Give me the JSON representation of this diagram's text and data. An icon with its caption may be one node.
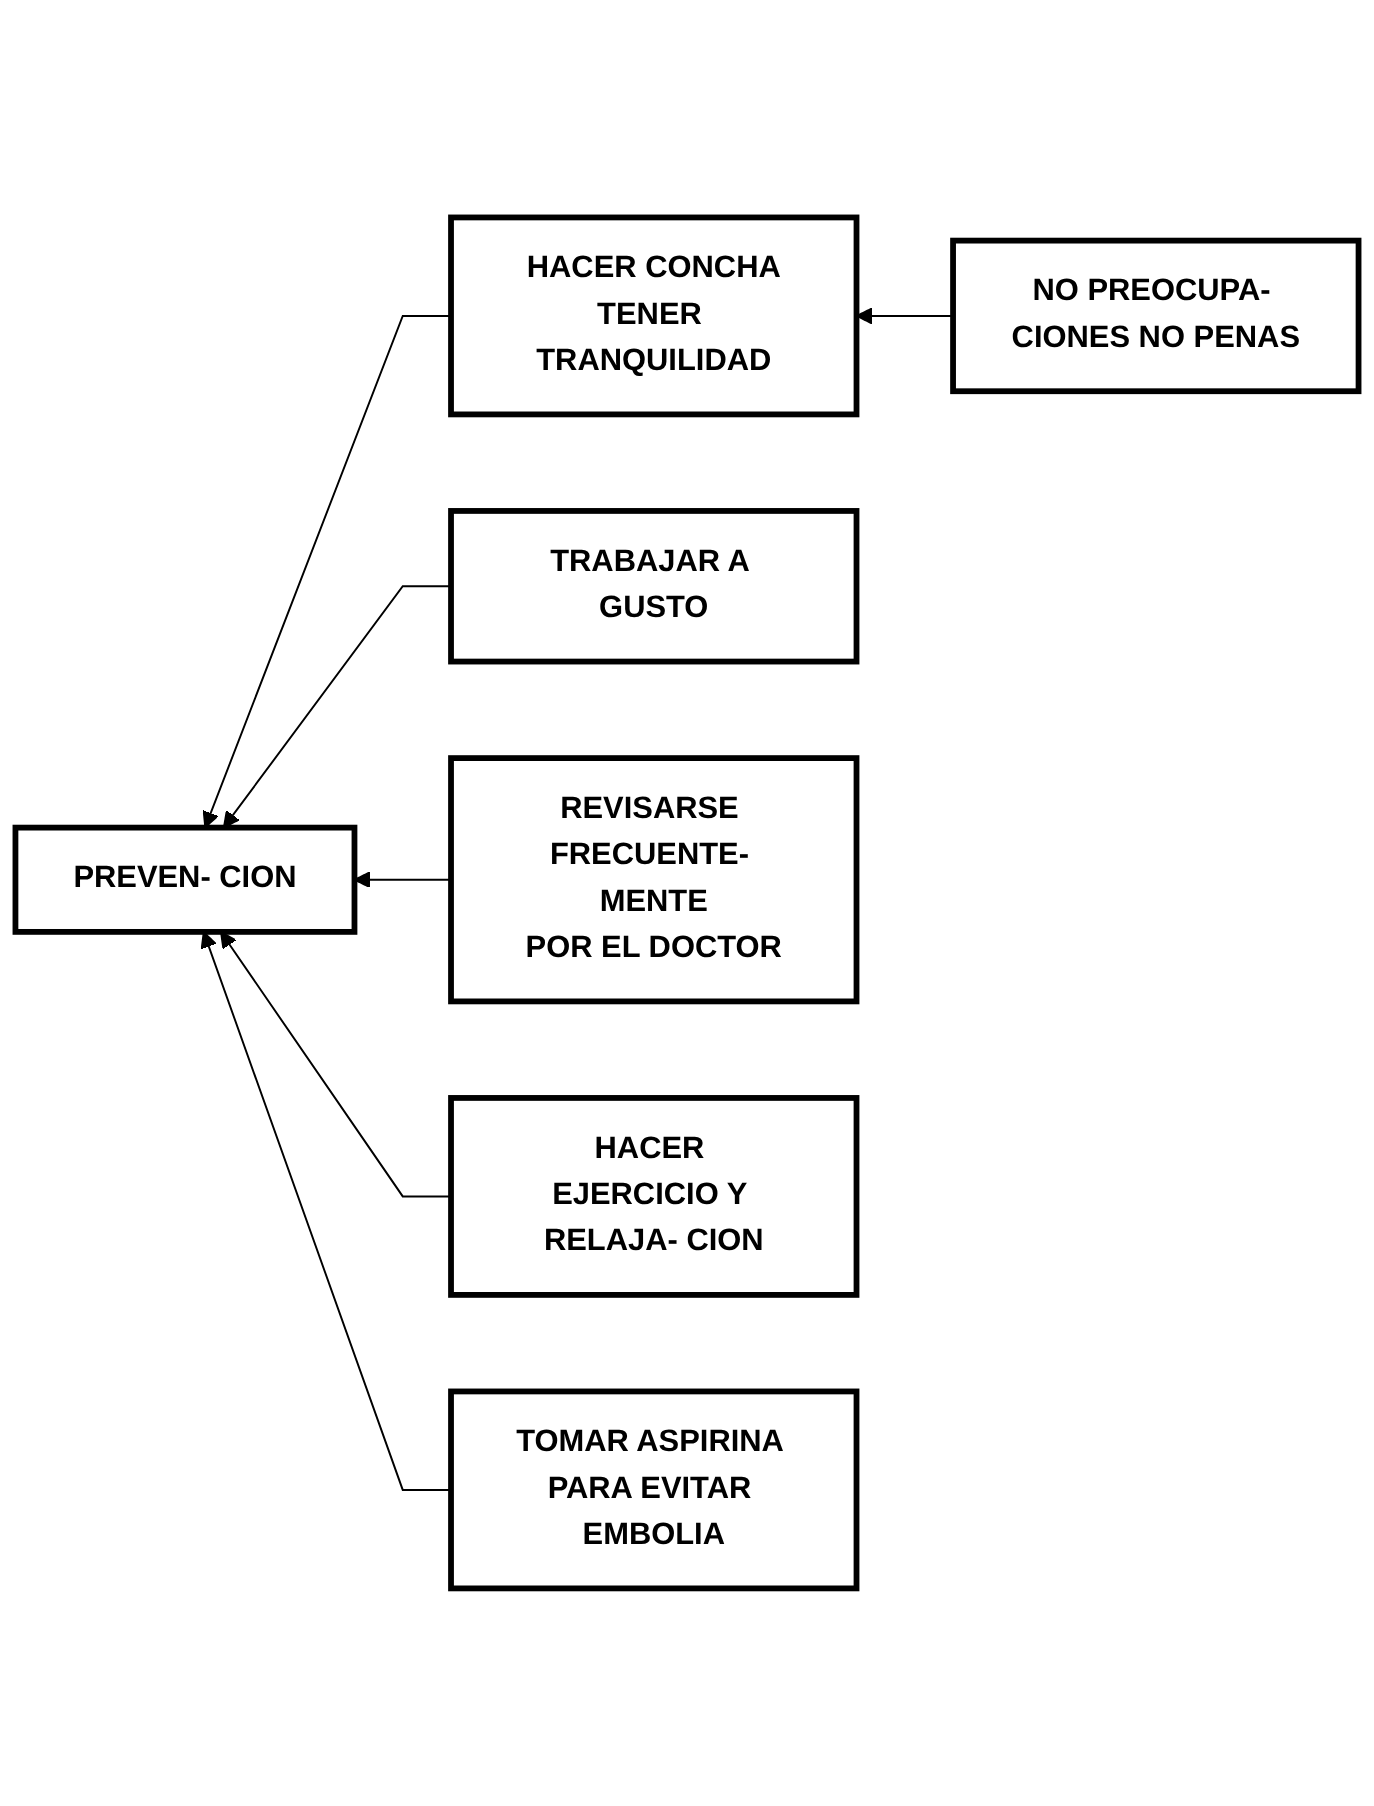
{
  "diagram": {
    "nodes": [
      {
        "text": [
          "PREVEN- CION"
        ]
      },
      {
        "text": [
          "HACER CONCHA",
          "TENER TRANQUILIDAD"
        ]
      },
      {
        "text": [
          "NO PREOCUPA- CIONES NO PENAS"
        ]
      },
      {
        "text": [
          "TRABAJAR A GUSTO"
        ]
      },
      {
        "text": [
          "TOMAR ASPIRINA PARA EVITAR EMBOLIA"
        ]
      },
      {
        "text": [
          "REVISARSE FRECUENTE- MENTE",
          "POR EL DOCTOR"
        ]
      },
      {
        "text": [
          "HACER EJERCICIO Y RELAJA- CION"
        ]
      }
    ],
    "edges": [
      {
        "from": 2,
        "to": 1,
        "arrow": "to"
      },
      {
        "from": 1,
        "to": 0,
        "arrow": "to"
      },
      {
        "from": 3,
        "to": 0,
        "arrow": "to"
      },
      {
        "from": 5,
        "to": 0,
        "arrow": "to"
      },
      {
        "from": 6,
        "to": 0,
        "arrow": "to"
      },
      {
        "from": 4,
        "to": 0,
        "arrow": "to"
      }
    ]
  }
}
